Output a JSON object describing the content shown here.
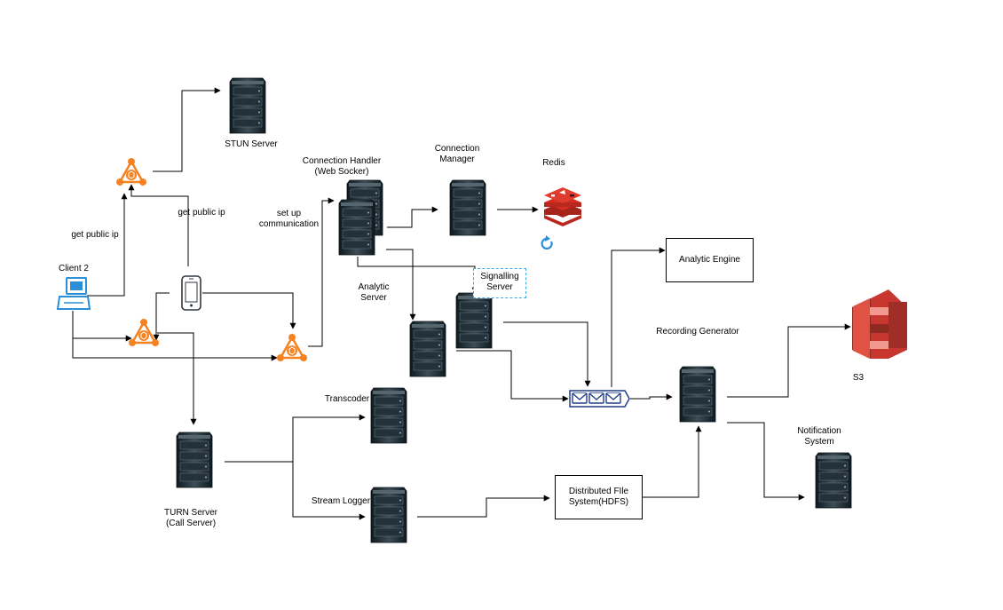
{
  "labels": {
    "stun_server": "STUN Server",
    "connection_handler": "Connection Handler\n(Web Socker)",
    "connection_manager": "Connection\nManager",
    "redis": "Redis",
    "get_public_ip_left": "get public ip",
    "get_public_ip_mid": "get public ip",
    "set_up_communication": "set up\ncommunication",
    "client2": "Client 2",
    "analytic_server": "Analytic\nServer",
    "signalling_server": "Signalling\nServer",
    "analytic_engine": "Analytic Engine",
    "recording_generator": "Recording Generator",
    "s3": "S3",
    "transcoder": "Transcoder",
    "notification_system": "Notification\nSystem",
    "turn_server": "TURN Server\n(Call Server)",
    "stream_logger": "Stream Logger",
    "hdfs": "Distributed FIle\nSystem(HDFS)"
  },
  "icons": {
    "server": "server-rack-icon",
    "router": "orange-router-icon",
    "laptop": "laptop-icon",
    "phone": "mobile-phone-icon",
    "redis": "redis-icon",
    "s3": "aws-s3-bucket-icon",
    "queue": "message-queue-icon",
    "refresh": "refresh-icon"
  },
  "colors": {
    "router": "#f58220",
    "client": "#2a8fd6",
    "redis": "#d82c20",
    "s3": "#c7372f",
    "signalling_border": "#3aa6e6",
    "queue": "#1f3d8a",
    "server": "#1c2a33"
  }
}
